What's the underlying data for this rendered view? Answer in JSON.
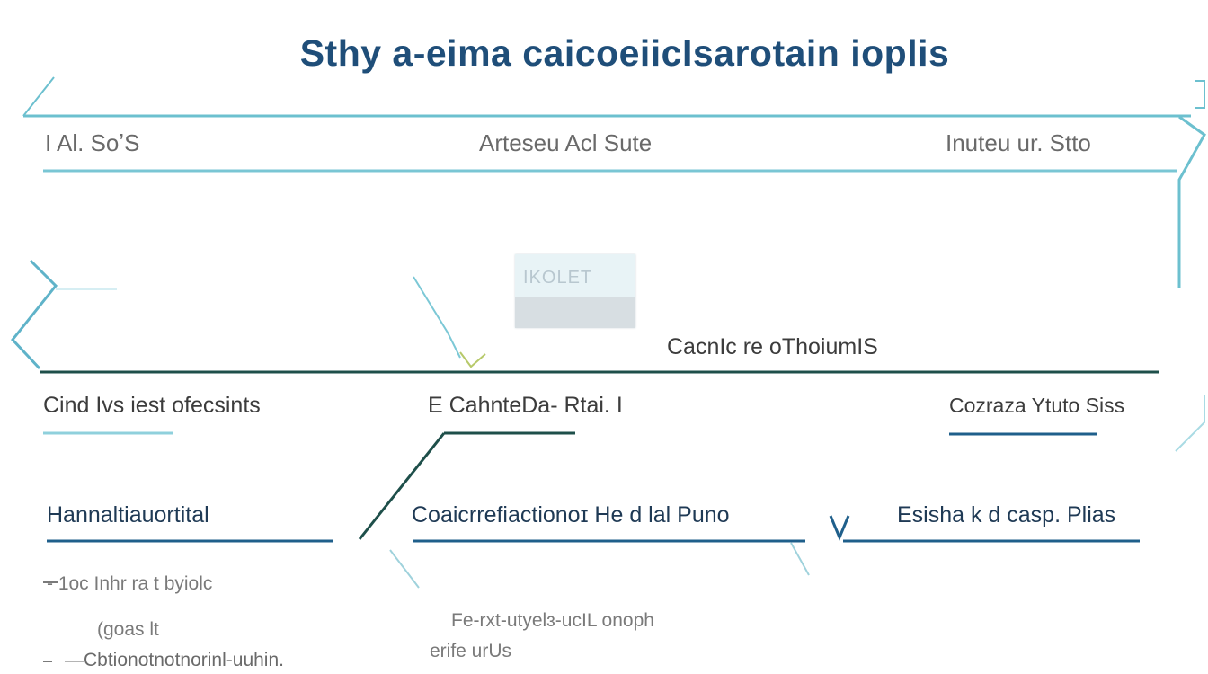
{
  "title": "Sthy a-eima caicoeiicIsarotain ioplis",
  "header": {
    "left": "I Al.  SoʼS",
    "center": "Arteseu Acl  Sute",
    "right": "Inuteu ur.  Stto"
  },
  "center_box": {
    "label": "IKOLET",
    "caption": "CacnIc re oThoiumIS"
  },
  "row1": {
    "left": "Cind  Ivs  iest ofecsints",
    "center": "E CahnteDa-  Rtai.  I",
    "right": "Cozraza  Ytuto Siss"
  },
  "row2": {
    "left": "Hannaltiauortital",
    "center": "Coaicrrefiactionoɪ  He d lal Puno",
    "right": "Esisha  k d  casp. Plias"
  },
  "notes": {
    "line1": "- 1oc  Inhr  ra t byiolc",
    "line2": "(goas  lt",
    "line3": "—Cbtionotnotnorinl-uuhin.",
    "center_line1": "Fe-rxt-utyelɜ-ucIL onoph",
    "center_line2": "erife urUs"
  },
  "colors": {
    "title": "#1f4e79",
    "teal": "#5fb3c9",
    "dark_line": "#1e4f4a",
    "blue_line": "#1f5f8b"
  }
}
